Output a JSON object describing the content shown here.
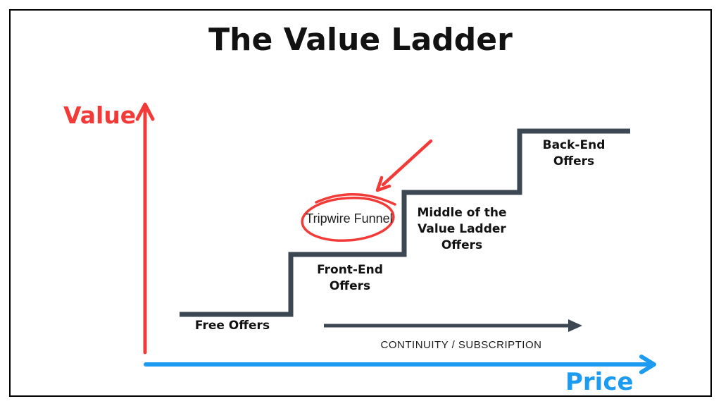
{
  "title": "The Value Ladder",
  "axes": {
    "value_label": "Value",
    "price_label": "Price"
  },
  "steps": [
    {
      "label": "Free Offers"
    },
    {
      "label": "Front-End Offers"
    },
    {
      "label": "Middle of the Value Ladder Offers"
    },
    {
      "label": "Back-End Offers"
    }
  ],
  "annotations": {
    "tripwire_label": "Tripwire Funnel",
    "continuity_label": "CONTINUITY / SUBSCRIPTION"
  },
  "colors": {
    "red": "#f23b38",
    "blue": "#1d9bf0",
    "slate": "#3b4752",
    "ink": "#121212",
    "border": "#000000",
    "bg": "#ffffff"
  }
}
